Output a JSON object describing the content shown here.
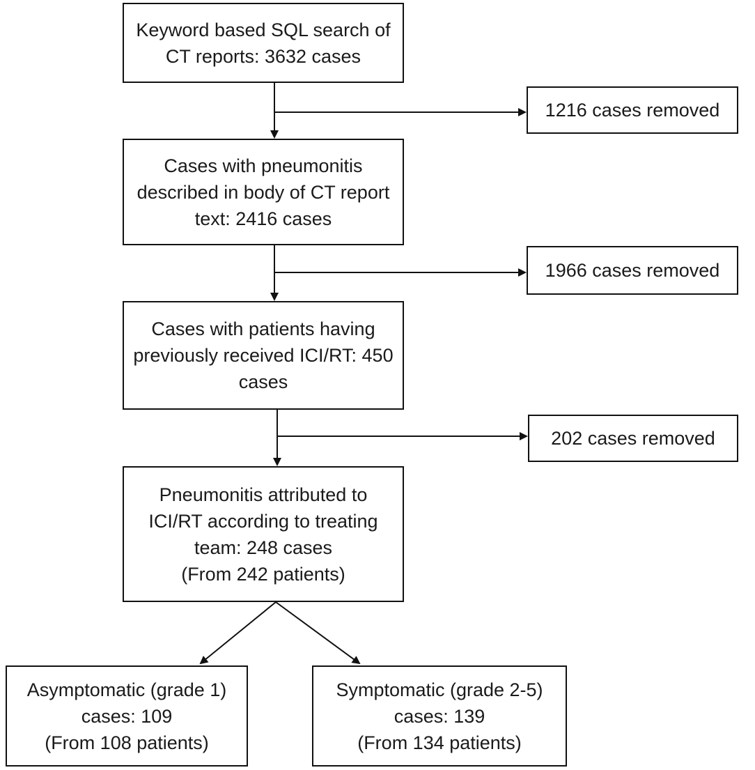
{
  "flowchart": {
    "steps": [
      {
        "lines": [
          "Keyword based SQL search of",
          "CT reports: 3632  cases"
        ]
      },
      {
        "lines": [
          "Cases with pneumonitis",
          "described in body of CT report",
          "text: 2416 cases"
        ]
      },
      {
        "lines": [
          "Cases with patients having",
          "previously received ICI/RT: 450",
          "cases"
        ]
      },
      {
        "lines": [
          "Pneumonitis attributed to",
          "ICI/RT according to treating",
          "team: 248 cases",
          "(From 242  patients)"
        ]
      }
    ],
    "exclusions": [
      {
        "text": "1216 cases removed"
      },
      {
        "text": "1966 cases removed"
      },
      {
        "text": "202  cases removed"
      }
    ],
    "outcomes": [
      {
        "lines": [
          "Asymptomatic (grade 1)",
          "cases: 109",
          "(From 108  patients)"
        ]
      },
      {
        "lines": [
          "Symptomatic (grade 2-5)",
          "cases: 139",
          "(From 134  patients)"
        ]
      }
    ]
  },
  "style": {
    "line_color": "#111111",
    "box_border": "#111111",
    "text_color": "#1a1a1a",
    "background": "#ffffff"
  }
}
